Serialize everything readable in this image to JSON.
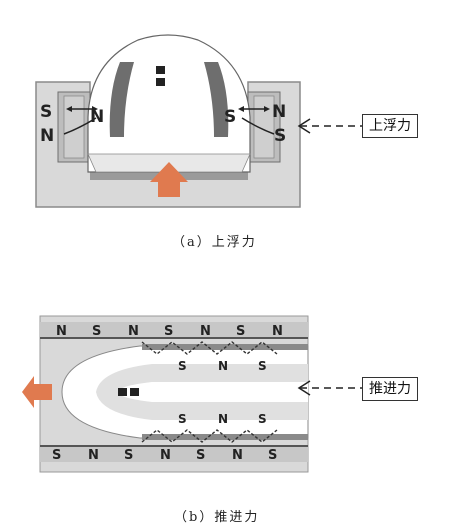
{
  "figure_a": {
    "caption": "（a）上浮力",
    "callout_label": "上浮力",
    "left_magnet_outer": [
      "S",
      "N"
    ],
    "left_magnet_inner": "N",
    "right_magnet_outer": [
      "N",
      "S"
    ],
    "right_magnet_inner": "S"
  },
  "figure_b": {
    "caption": "（b）推进力",
    "callout_label": "推进力",
    "top_poles": [
      "N",
      "S",
      "N",
      "S",
      "N",
      "S",
      "N"
    ],
    "top_inner_poles": [
      "S",
      "N",
      "S"
    ],
    "bottom_inner_poles": [
      "S",
      "N",
      "S"
    ],
    "bottom_poles": [
      "S",
      "N",
      "S",
      "N",
      "S",
      "N",
      "S"
    ]
  },
  "colors": {
    "frame": "#d9d9d9",
    "frame_dark": "#6e6e6e",
    "arrow": "#e07a4f",
    "arrow_gray": "#7a7a7a"
  }
}
